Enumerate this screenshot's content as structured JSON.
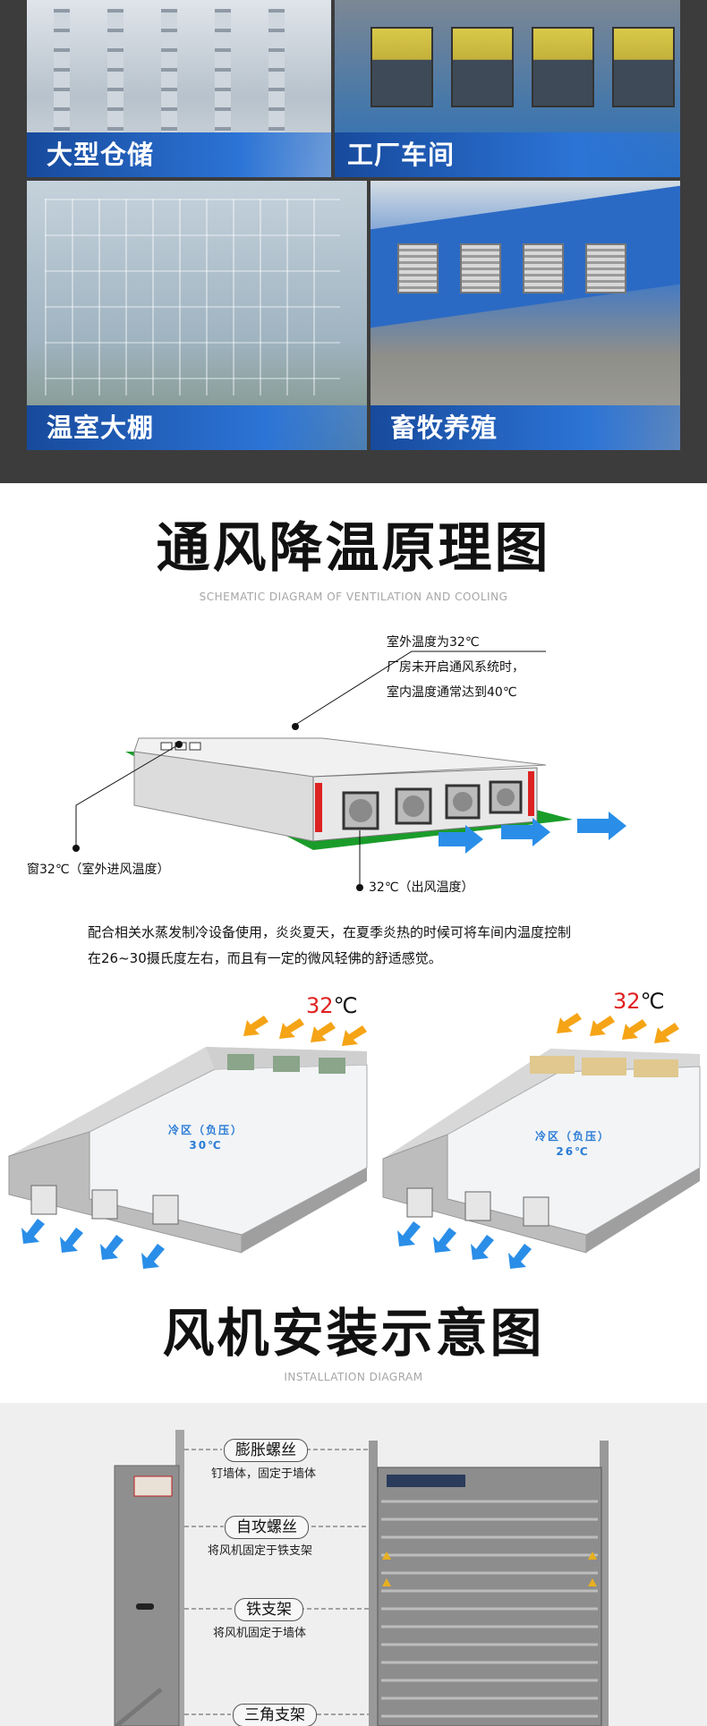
{
  "photos": [
    {
      "label": "大型仓储"
    },
    {
      "label": "工厂车间"
    },
    {
      "label": "温室大棚"
    },
    {
      "label": "畜牧养殖"
    }
  ],
  "principle": {
    "title": "通风降温原理图",
    "subtitle": "SCHEMATIC DIAGRAM OF VENTILATION AND COOLING",
    "notes": {
      "outdoor_1": "室外温度为32℃",
      "outdoor_2": "厂房未开启通风系统时，",
      "outdoor_3": "室内温度通常达到40℃",
      "window": "窗32℃（室外进风温度）",
      "outlet": "32℃（出风温度）"
    },
    "description_1": "配合相关水蒸发制冷设备使用，炎炎夏天，在夏季炎热的时候可将车间内温度控制",
    "description_2": "在26~30摄氏度左右，而且有一定的微风轻佛的舒适感觉。"
  },
  "rooms": [
    {
      "outside_num": "32",
      "outside_unit": "℃",
      "zone_line1": "冷区（负压）",
      "zone_line2": "30℃"
    },
    {
      "outside_num": "32",
      "outside_unit": "℃",
      "zone_line1": "冷区（负压）",
      "zone_line2": "26℃"
    }
  ],
  "install": {
    "title": "风机安装示意图",
    "subtitle": "INSTALLATION DIAGRAM",
    "parts": [
      {
        "name": "膨胀螺丝",
        "note": "钉墙体，固定于墙体"
      },
      {
        "name": "自攻螺丝",
        "note": "将风机固定于铁支架"
      },
      {
        "name": "铁支架",
        "note": "将风机固定于墙体"
      },
      {
        "name": "三角支架",
        "note": ""
      }
    ]
  },
  "colors": {
    "label_blue": "#2c74d6",
    "arrow_blue": "#2a8ee8",
    "arrow_orange": "#f5a416",
    "temp_red": "#e02020",
    "ground_green": "#1a9c2a",
    "dark_bg": "#3c3c3c"
  }
}
